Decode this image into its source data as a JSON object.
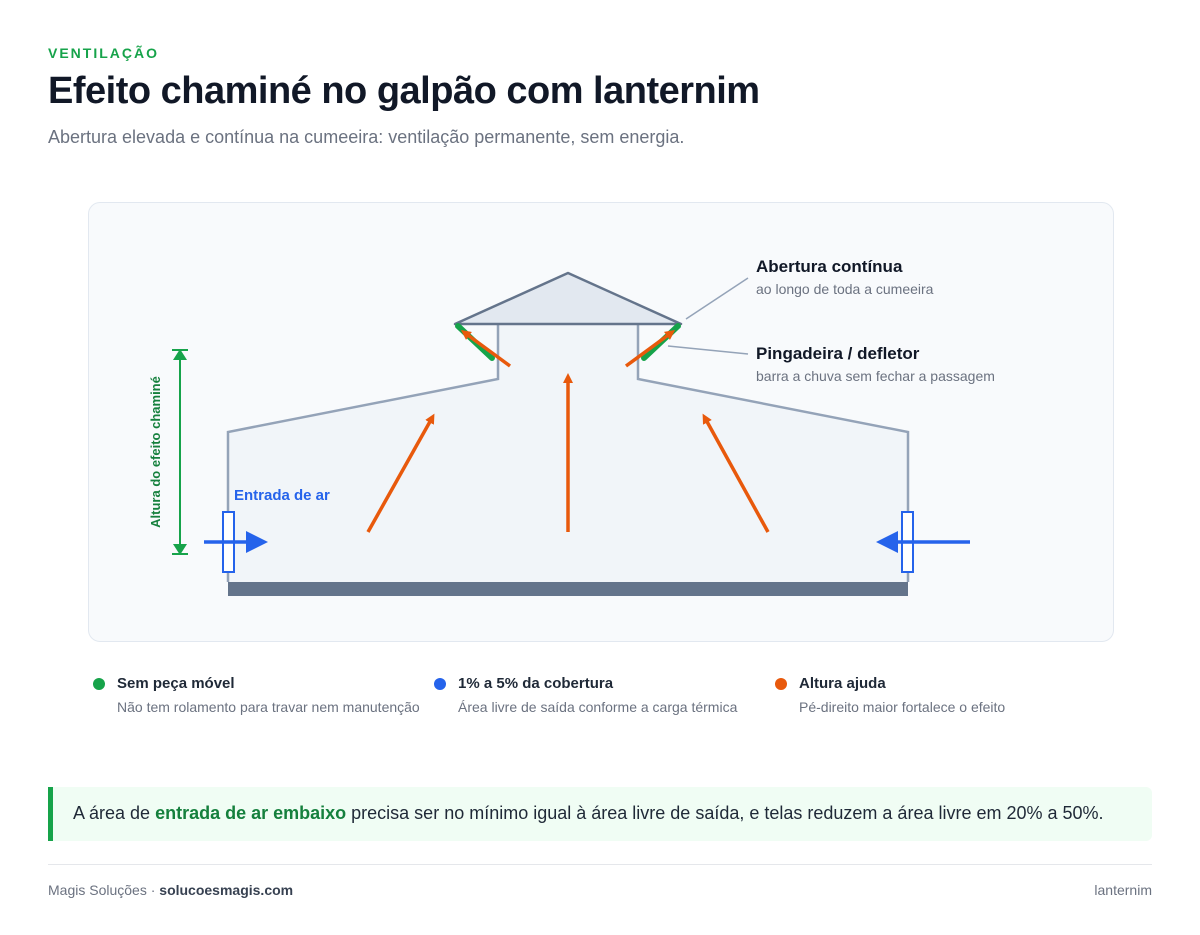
{
  "header": {
    "eyebrow": "VENTILAÇÃO",
    "title": "Efeito chaminé no galpão com lanternim",
    "subtitle": "Abertura elevada e contínua na cumeeira: ventilação permanente, sem energia."
  },
  "diagram": {
    "annotations": {
      "opening_title": "Abertura contínua",
      "opening_sub": "ao longo de toda a cumeeira",
      "drip_title": "Pingadeira / defletor",
      "drip_sub": "barra a chuva sem fechar a passagem",
      "inlet_label": "Entrada de ar",
      "height_label": "Altura do efeito chaminé"
    },
    "colors": {
      "airflow_out": "#e8590c",
      "airflow_in": "#2563eb",
      "height_marker": "#16a34a",
      "deflector": "#16a34a",
      "building_outline": "#94a3b8",
      "roof_cap_fill": "#e2e8f0",
      "roof_cap_stroke": "#64748b",
      "floor": "#64748b"
    }
  },
  "legend": [
    {
      "title": "Sem peça móvel",
      "desc": "Não tem rolamento para travar nem manutenção",
      "color": "#16a34a"
    },
    {
      "title": "1% a 5% da cobertura",
      "desc": "Área livre de saída conforme a carga térmica",
      "color": "#2563eb"
    },
    {
      "title": "Altura ajuda",
      "desc": "Pé-direito maior fortalece o efeito",
      "color": "#e8590c"
    }
  ],
  "callout": {
    "prefix": "A área de ",
    "highlight": "entrada de ar embaixo",
    "suffix": " precisa ser no mínimo igual à área livre de saída, e telas reduzem a área livre em 20% a 50%."
  },
  "footer": {
    "brand": "Magis Soluções · ",
    "site": "solucoesmagis.com",
    "tag": "lanternim"
  }
}
